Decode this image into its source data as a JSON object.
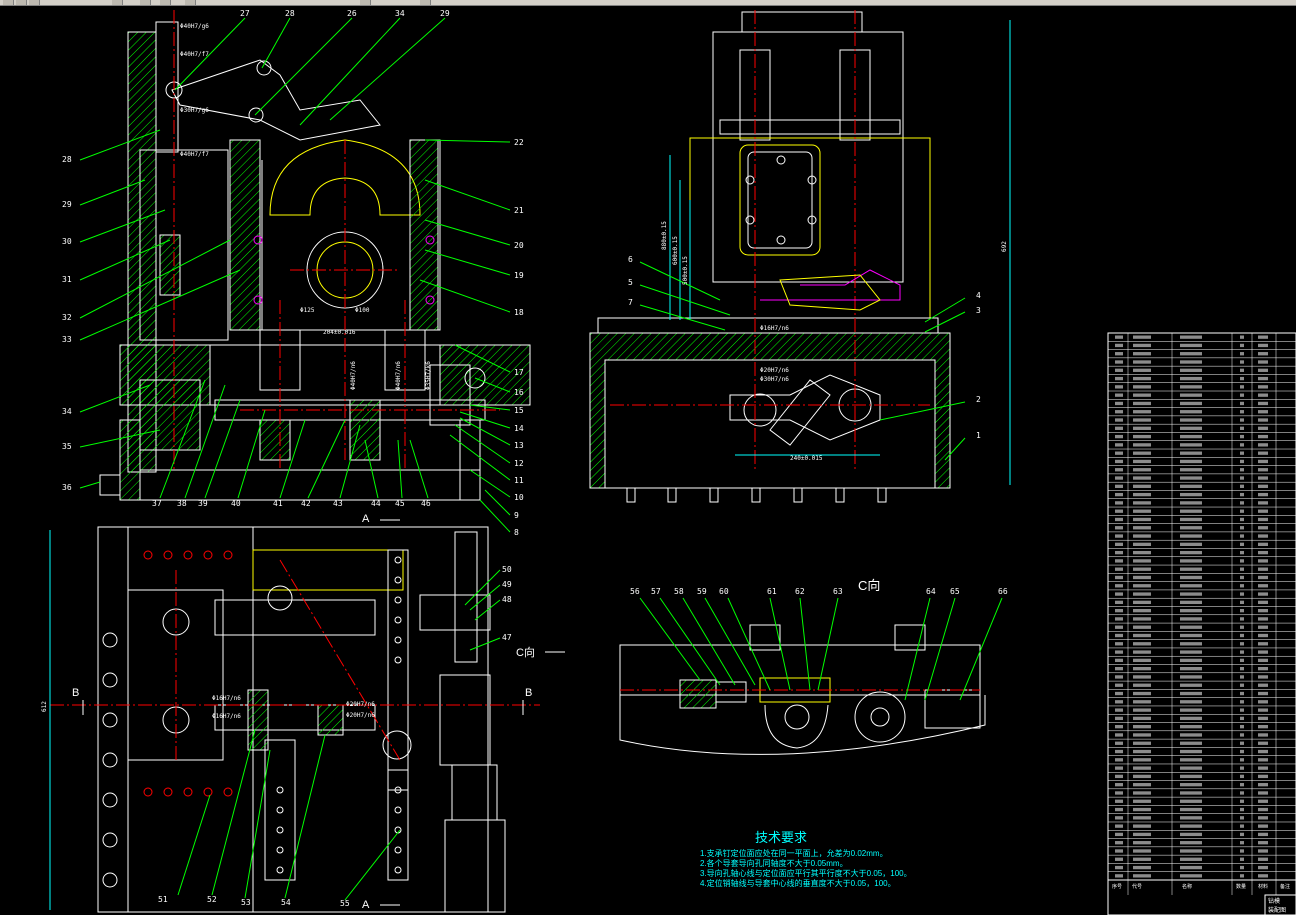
{
  "views": {
    "c_view_label": "C向",
    "section_a": "A",
    "section_b": "B",
    "c_arrow_label": "C向"
  },
  "front_view": {
    "top_callouts": [
      "27",
      "28",
      "26",
      "34",
      "29"
    ],
    "left_callouts": [
      "28",
      "29",
      "30",
      "31",
      "32",
      "33",
      "34",
      "35",
      "36"
    ],
    "right_callouts": [
      "22",
      "21",
      "20",
      "19",
      "18",
      "17",
      "16",
      "15",
      "14",
      "13",
      "12",
      "11",
      "10",
      "9",
      "8"
    ],
    "bottom_callouts": [
      "37",
      "38",
      "39",
      "40",
      "41",
      "42",
      "43",
      "44",
      "45",
      "46"
    ],
    "dims": [
      "Φ40H7/g6",
      "Φ40H7/f7",
      "Φ30H7/g6",
      "Φ40H7/f7",
      "Φ40H7/n6",
      "Φ40H7/n6",
      "Φ35H7/k6",
      "204±0.016",
      "Φ125",
      "Φ100"
    ]
  },
  "side_view": {
    "callouts": [
      "6",
      "5",
      "7",
      "4",
      "3",
      "2",
      "1"
    ],
    "dims": [
      "880±0.15",
      "600±0.15",
      "500±0.15",
      "Φ16H7/n6",
      "Φ20H7/n6",
      "Φ30H7/n6",
      "240±0.015",
      "692"
    ]
  },
  "plan_view": {
    "callouts_right": [
      "50",
      "49",
      "48",
      "47"
    ],
    "callouts_bottom": [
      "51",
      "52",
      "53",
      "54",
      "55"
    ],
    "dims": [
      "Φ16H7/n6",
      "Φ16H7/n6",
      "Φ20H7/n6",
      "Φ20H7/n6",
      "612"
    ]
  },
  "c_view": {
    "callouts": [
      "56",
      "57",
      "58",
      "59",
      "60",
      "61",
      "62",
      "63",
      "64",
      "65",
      "66"
    ]
  },
  "tech_requirements": {
    "title": "技术要求",
    "items": [
      "1.支承钉定位面应处在同一平面上，允差为0.02mm。",
      "2.各个导套导向孔同轴度不大于0.05mm。",
      "3.导向孔轴心线与定位面应平行其平行度不大于0.05，100。",
      "4.定位销轴线与导套中心线的垂直度不大于0.05，100。"
    ]
  },
  "parts_list": {
    "row_count": 66,
    "footer": [
      "序号",
      "代号",
      "名称",
      "数量",
      "材料",
      "备注"
    ],
    "title_block": [
      "钻模",
      "装配图"
    ]
  },
  "colors": {
    "background": "#000000",
    "outline": "#ffffff",
    "hatch": "#00ff00",
    "centerline": "#ff0000",
    "hidden": "#ffff00",
    "dimension": "#00ffff",
    "leader": "#00ff00",
    "hole": "#ff00ff"
  }
}
